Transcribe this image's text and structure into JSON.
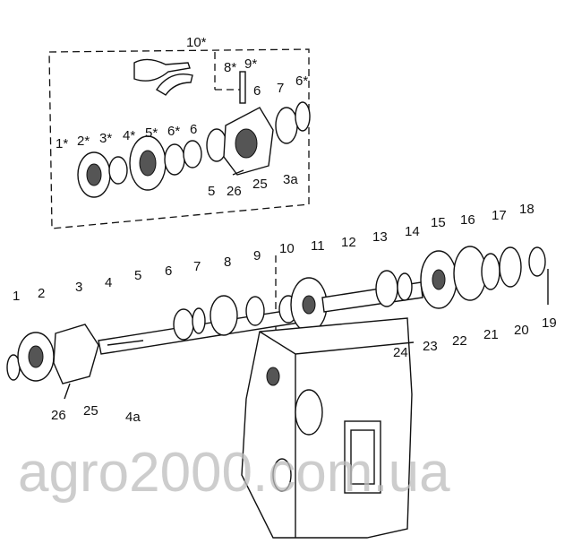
{
  "diagram": {
    "upper_group_labels": [
      "10*",
      "8*",
      "9*",
      "6",
      "7",
      "6*",
      "1*",
      "2*",
      "3*",
      "4*",
      "5*",
      "6*",
      "6",
      "5",
      "26",
      "25",
      "3a"
    ],
    "lower_group_labels": [
      "1",
      "2",
      "3",
      "4",
      "5",
      "6",
      "7",
      "8",
      "9",
      "10",
      "11",
      "12",
      "13",
      "14",
      "15",
      "16",
      "17",
      "18",
      "19",
      "20",
      "21",
      "22",
      "23",
      "24",
      "4a",
      "26",
      "25"
    ]
  },
  "watermark": "agro2000.com.ua"
}
